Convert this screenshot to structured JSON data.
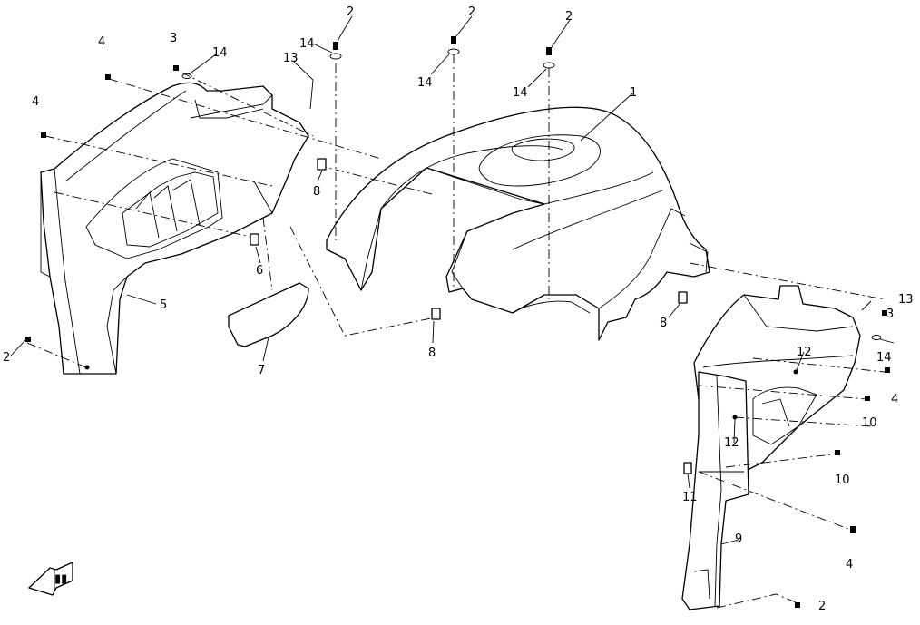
{
  "callouts": {
    "c_1": "1",
    "c_2_a": "2",
    "c_2_b": "2",
    "c_2_c": "2",
    "c_2_d": "2",
    "c_2_e": "2",
    "c_3_a": "3",
    "c_3_b": "3",
    "c_4_a": "4",
    "c_4_b": "4",
    "c_4_c": "4",
    "c_4_d": "4",
    "c_5": "5",
    "c_6": "6",
    "c_7": "7",
    "c_8_a": "8",
    "c_8_b": "8",
    "c_8_c": "8",
    "c_9": "9",
    "c_10_a": "10",
    "c_10_b": "10",
    "c_11": "11",
    "c_12_a": "12",
    "c_12_b": "12",
    "c_13_a": "13",
    "c_13_b": "13",
    "c_14_a": "14",
    "c_14_b": "14",
    "c_14_c": "14",
    "c_14_d": "14",
    "c_14_e": "14"
  },
  "icons": {
    "front_arrow": "direction-arrow-icon"
  }
}
